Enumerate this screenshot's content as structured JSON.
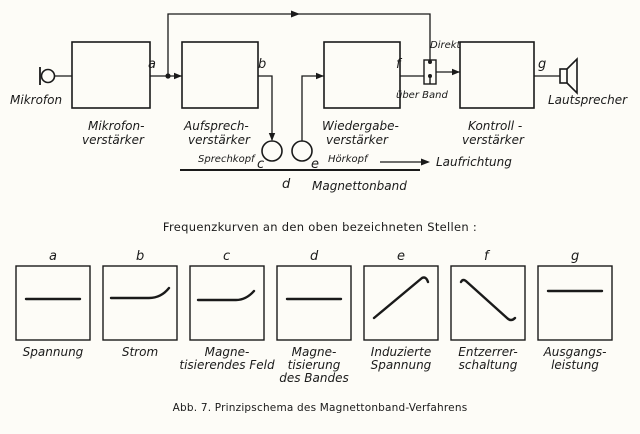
{
  "blocks": {
    "mikrofon": "Mikrofon",
    "mikrofon_verstaerker": [
      "Mikrofon-",
      "verstärker"
    ],
    "aufsprech_verstaerker": [
      "Aufsprech-",
      "verstärker"
    ],
    "wiedergabe_verstaerker": [
      "Wiedergabe-",
      "verstärker"
    ],
    "kontroll_verstaerker": [
      "Kontroll -",
      "verstärker"
    ],
    "lautsprecher": "Lautsprecher",
    "sprechkopf": "Sprechkopf",
    "hoerkopf": "Hörkopf",
    "magnettonband": "Magnettonband",
    "laufrichtung": "Laufrichtung",
    "direkt": "Direkt",
    "ueber_band": "über Band"
  },
  "points": {
    "a": "a",
    "b": "b",
    "c": "c",
    "d": "d",
    "e": "e",
    "f": "f",
    "g": "g"
  },
  "heading": "Frequenzkurven an den oben bezeichneten Stellen :",
  "panels": [
    {
      "letter": "a",
      "label": [
        "Spannung"
      ],
      "shape": "flat"
    },
    {
      "letter": "b",
      "label": [
        "Strom"
      ],
      "shape": "rise-high"
    },
    {
      "letter": "c",
      "label": [
        "Magne-",
        "tisierendes Feld"
      ],
      "shape": "rise-end"
    },
    {
      "letter": "d",
      "label": [
        "Magne-",
        "tisierung",
        "des Bandes"
      ],
      "shape": "flat"
    },
    {
      "letter": "e",
      "label": [
        "Induzierte",
        "Spannung"
      ],
      "shape": "rise-diag"
    },
    {
      "letter": "f",
      "label": [
        "Entzerrer-",
        "schaltung"
      ],
      "shape": "fall-diag"
    },
    {
      "letter": "g",
      "label": [
        "Ausgangs-",
        "leistung"
      ],
      "shape": "flat-high"
    }
  ],
  "caption": "Abb. 7. Prinzipschema des Magnettonband-Verfahrens"
}
